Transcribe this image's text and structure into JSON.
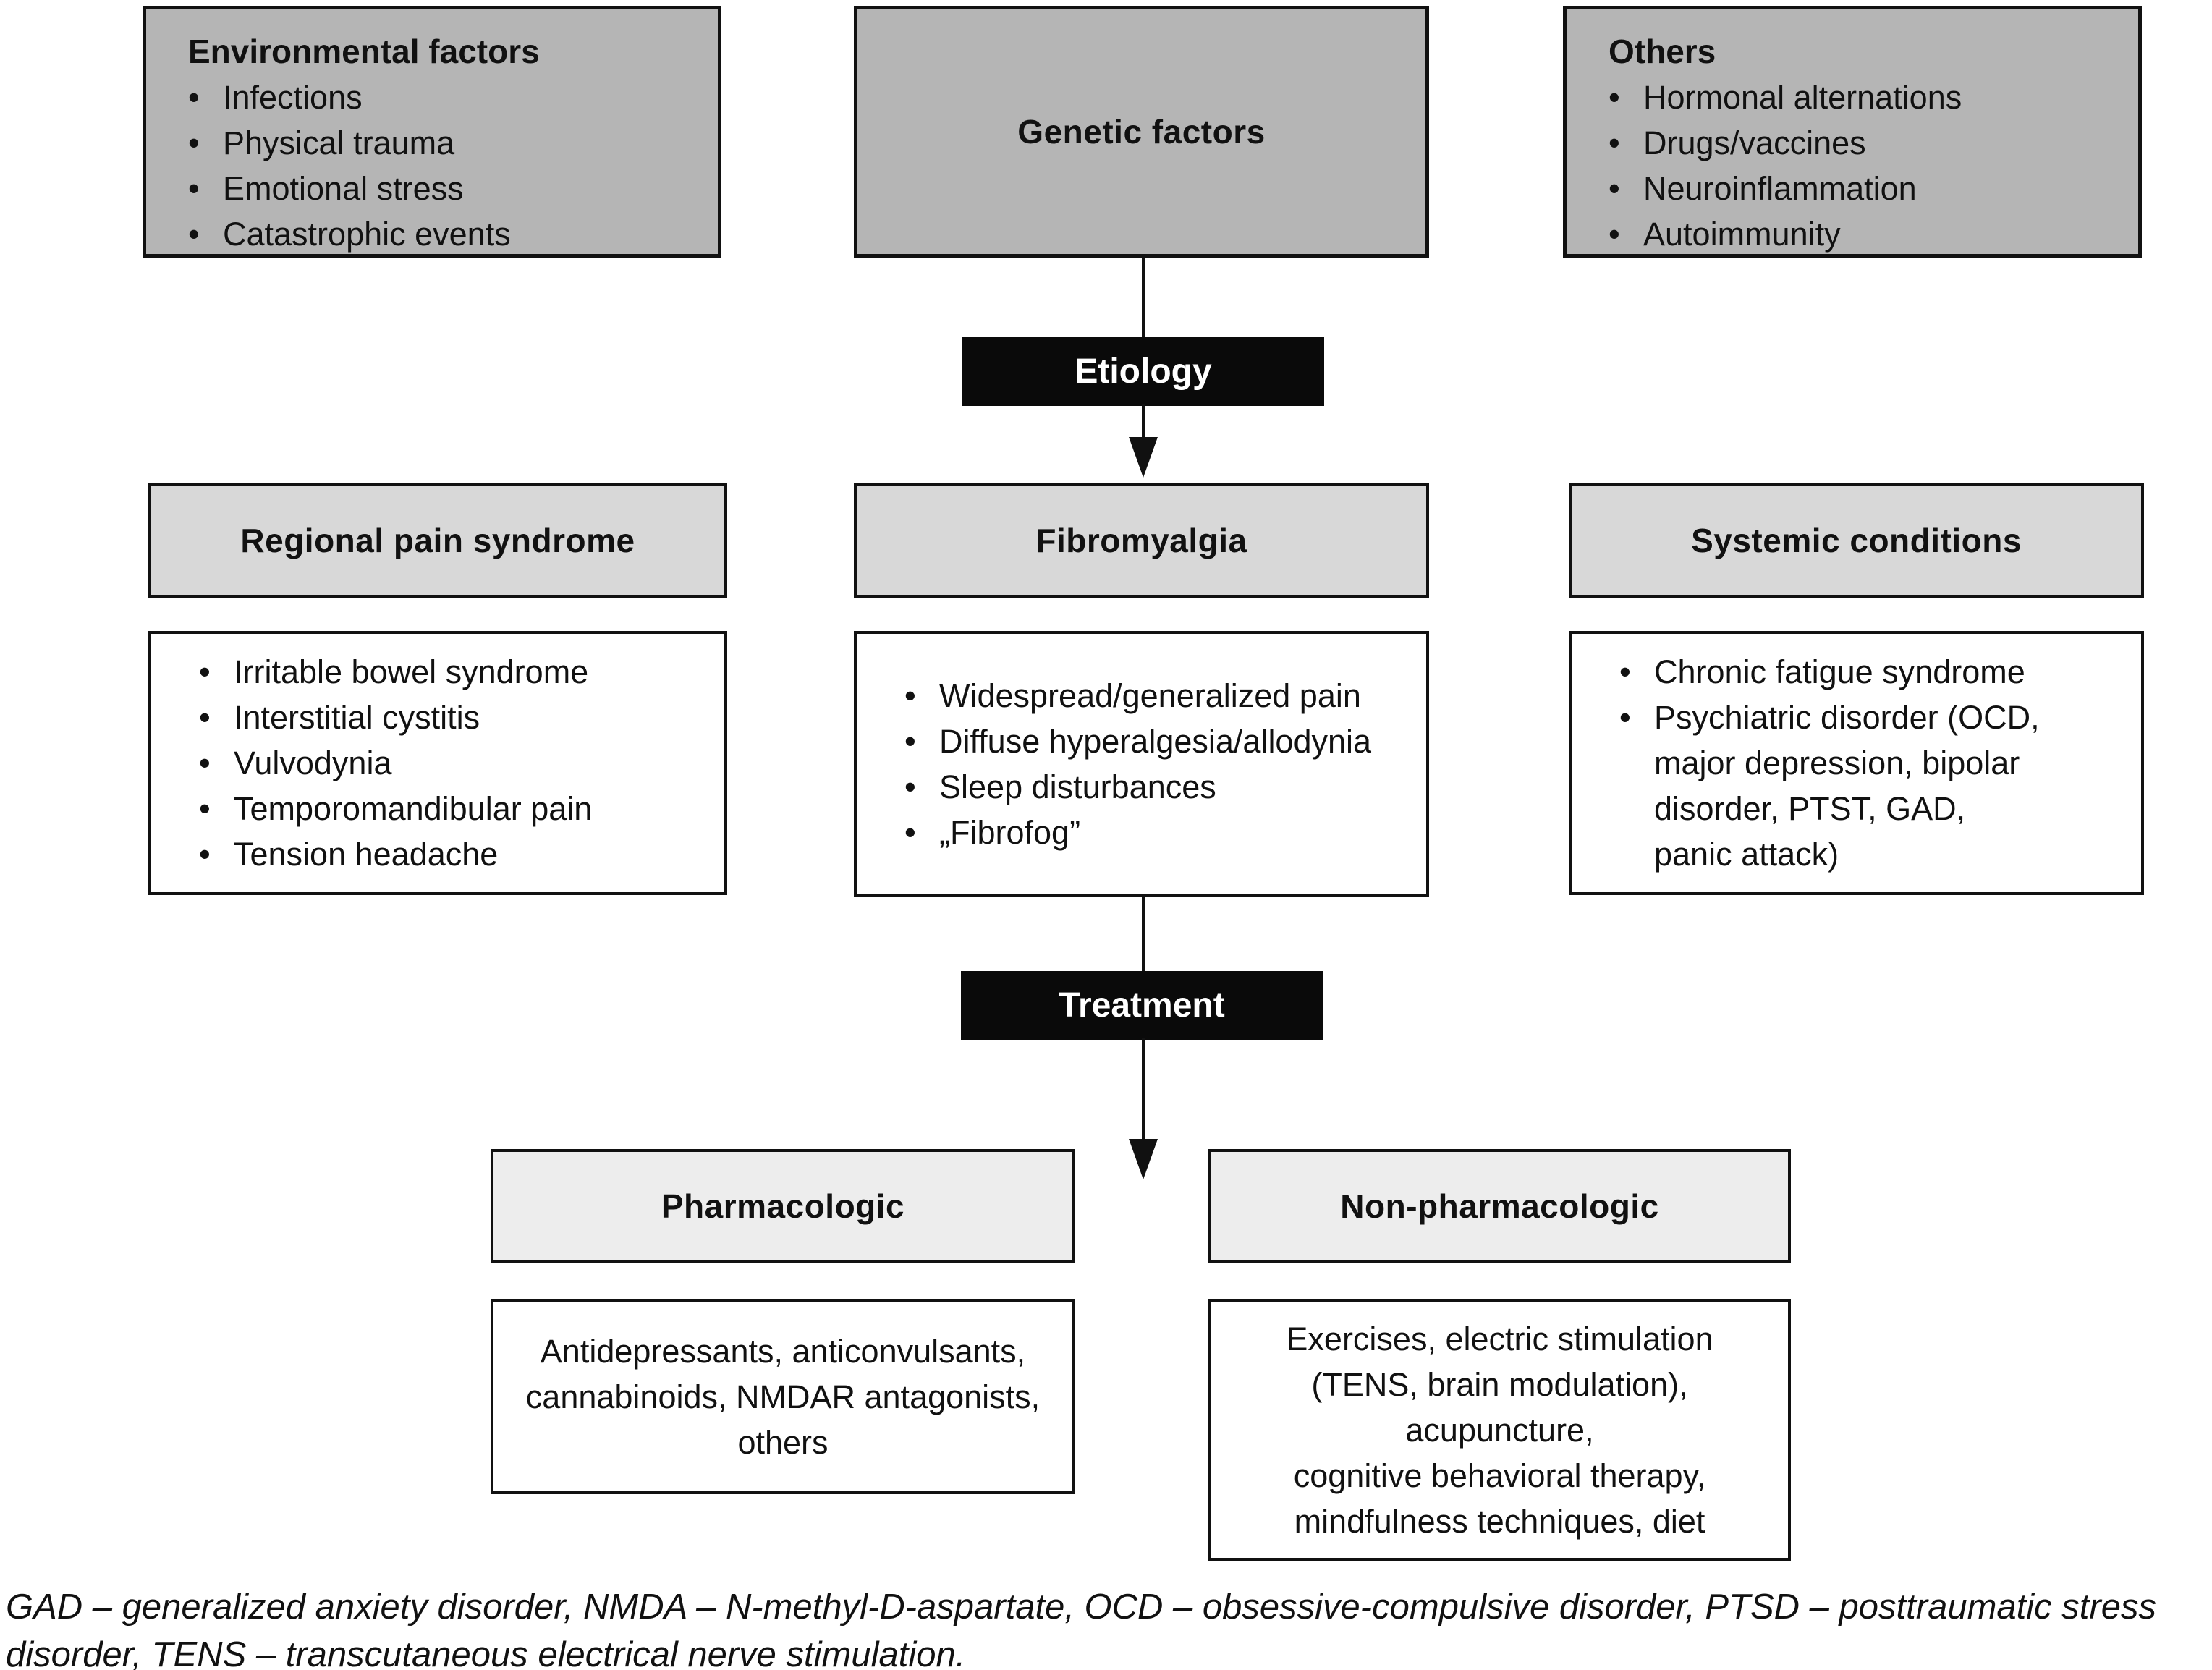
{
  "colors": {
    "box_dark_gray": "#b5b5b5",
    "box_light_gray": "#d8d8d8",
    "box_lighter_gray": "#ededed",
    "box_black": "#0a0a0a",
    "ink": "#111111"
  },
  "etiology_row": {
    "environmental": {
      "title": "Environmental factors",
      "bullet": "•",
      "items": [
        "Infections",
        "Physical trauma",
        "Emotional stress",
        "Catastrophic events"
      ]
    },
    "genetic": {
      "title": "Genetic factors"
    },
    "others": {
      "title": "Others",
      "bullet": "•",
      "items": [
        "Hormonal alternations",
        "Drugs/vaccines",
        "Neuroinflammation",
        "Autoimmunity"
      ]
    }
  },
  "etiology_label": "Etiology",
  "syndrome_row": {
    "regional": {
      "title": "Regional pain syndrome",
      "bullet": "•",
      "items": [
        "Irritable bowel syndrome",
        "Interstitial cystitis",
        "Vulvodynia",
        "Temporomandibular pain",
        "Tension headache"
      ]
    },
    "fibromyalgia": {
      "title": "Fibromyalgia",
      "bullet": "•",
      "items": [
        "Widespread/generalized pain",
        "Diffuse hyperalgesia/allodynia",
        "Sleep disturbances",
        "„Fibrofog”"
      ]
    },
    "systemic": {
      "title": "Systemic conditions",
      "bullet": "•",
      "items": [
        "Chronic fatigue syndrome",
        "Psychiatric disorder (OCD,\nmajor depression, bipolar\ndisorder, PTST, GAD,\npanic attack)"
      ]
    }
  },
  "treatment_label": "Treatment",
  "treatment_row": {
    "pharmacologic": {
      "title": "Pharmacologic",
      "body": "Antidepressants, anticonvulsants,\ncannabinoids, NMDAR antagonists,\nothers"
    },
    "non_pharmacologic": {
      "title": "Non-pharmacologic",
      "body": "Exercises, electric stimulation\n(TENS, brain modulation),\nacupuncture,\ncognitive behavioral therapy,\nmindfulness techniques, diet"
    }
  },
  "footnote": "GAD – generalized anxiety disorder, NMDA – N-methyl-D-aspartate, OCD – obsessive-compulsive disorder, PTSD – posttraumatic stress\ndisorder, TENS – transcutaneous electrical nerve stimulation."
}
